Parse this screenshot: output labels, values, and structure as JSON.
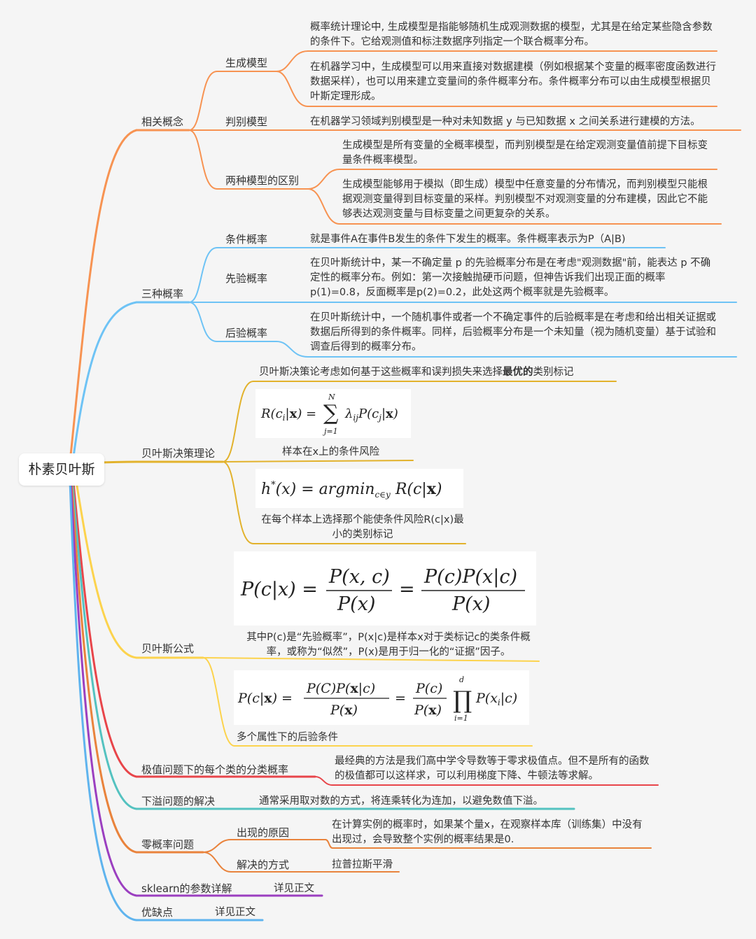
{
  "root": "朴素贝叶斯",
  "colors": {
    "orange": "#f79352",
    "blue": "#6ec3f5",
    "gold": "#e2b22c",
    "yellow": "#fcd34d",
    "red": "#e8454a",
    "teal": "#54c2c0",
    "darkorange": "#e9833c",
    "purple": "#9b3fc0",
    "lightblue": "#5fb4ee"
  },
  "b1": {
    "label": "相关概念",
    "gen": {
      "label": "生成模型",
      "t1": "概率统计理论中, 生成模型是指能够随机生成观测数据的模型，尤其是在给定某些隐含参数的条件下。它给观测值和标注数据序列指定一个联合概率分布。",
      "t2": "在机器学习中，生成模型可以用来直接对数据建模（例如根据某个变量的概率密度函数进行数据采样），也可以用来建立变量间的条件概率分布。条件概率分布可以由生成模型根据贝叶斯定理形成。"
    },
    "dis": {
      "label": "判别模型",
      "t1": "在机器学习领域判别模型是一种对未知数据 y 与已知数据 x 之间关系进行建模的方法。"
    },
    "diff": {
      "label": "两种模型的区别",
      "t1": "生成模型是所有变量的全概率模型，而判别模型是在给定观测变量值前提下目标变量条件概率模型。",
      "t2": "生成模型能够用于模拟（即生成）模型中任意变量的分布情况，而判别模型只能根据观测变量得到目标变量的采样。判别模型不对观测变量的分布建模，因此它不能够表达观测变量与目标变量之间更复杂的关系。"
    }
  },
  "b2": {
    "label": "三种概率",
    "cond": {
      "label": "条件概率",
      "t1": "就是事件A在事件B发生的条件下发生的概率。条件概率表示为P（A|B)"
    },
    "prior": {
      "label": "先验概率",
      "t1": "在贝叶斯统计中，某一不确定量 p 的先验概率分布是在考虑\"观测数据\"前，能表达 p 不确定性的概率分布。例如：第一次接触抛硬币问题，但神告诉我们出现正面的概率p(1)=0.8，反面概率是p(2)=0.2，此处这两个概率就是先验概率。"
    },
    "post": {
      "label": "后验概率",
      "t1": "在贝叶斯统计中，一个随机事件或者一个不确定事件的后验概率是在考虑和给出相关证据或数据后所得到的条件概率。同样，后验概率分布是一个未知量（视为随机变量）基于试验和调查后得到的概率分布。"
    }
  },
  "b3": {
    "label": "贝叶斯决策理论",
    "t1a": "贝叶斯决策论考虑如何基于这些概率和误判损失来选择",
    "t1b": "最优的",
    "t1c": "类别标记",
    "risk_caption": "样本在x上的条件风险",
    "h_caption": "在每个样本上选择那个能使条件风险R(c|x)最小的类别标记"
  },
  "b4": {
    "label": "贝叶斯公式",
    "caption1": "其中P(c)是“先验概率”，P(x|c)是样本x对于类标记c的类条件概率，或称为“似然”，P(x)是用于归一化的“证据”因子。",
    "caption2": "多个属性下的后验条件"
  },
  "b5": {
    "label": "极值问题下的每个类的分类概率",
    "t1": "最经典的方法是我们高中学令导数等于零求极值点。但不是所有的函数的极值都可以这样求，可以利用梯度下降、牛顿法等求解。"
  },
  "b6": {
    "label": "下溢问题的解决",
    "t1": "通常采用取对数的方式，将连乘转化为连加，以避免数值下溢。"
  },
  "b7": {
    "label": "零概率问题",
    "cause": {
      "label": "出现的原因",
      "t1": "在计算实例的概率时，如果某个量x，在观察样本库（训练集）中没有出现过，会导致整个实例的概率结果是0."
    },
    "fix": {
      "label": "解决的方式",
      "t1": "拉普拉斯平滑"
    }
  },
  "b8": {
    "label": "sklearn的参数详解",
    "t1": "详见正文"
  },
  "b9": {
    "label": "优缺点",
    "t1": "详见正文"
  }
}
